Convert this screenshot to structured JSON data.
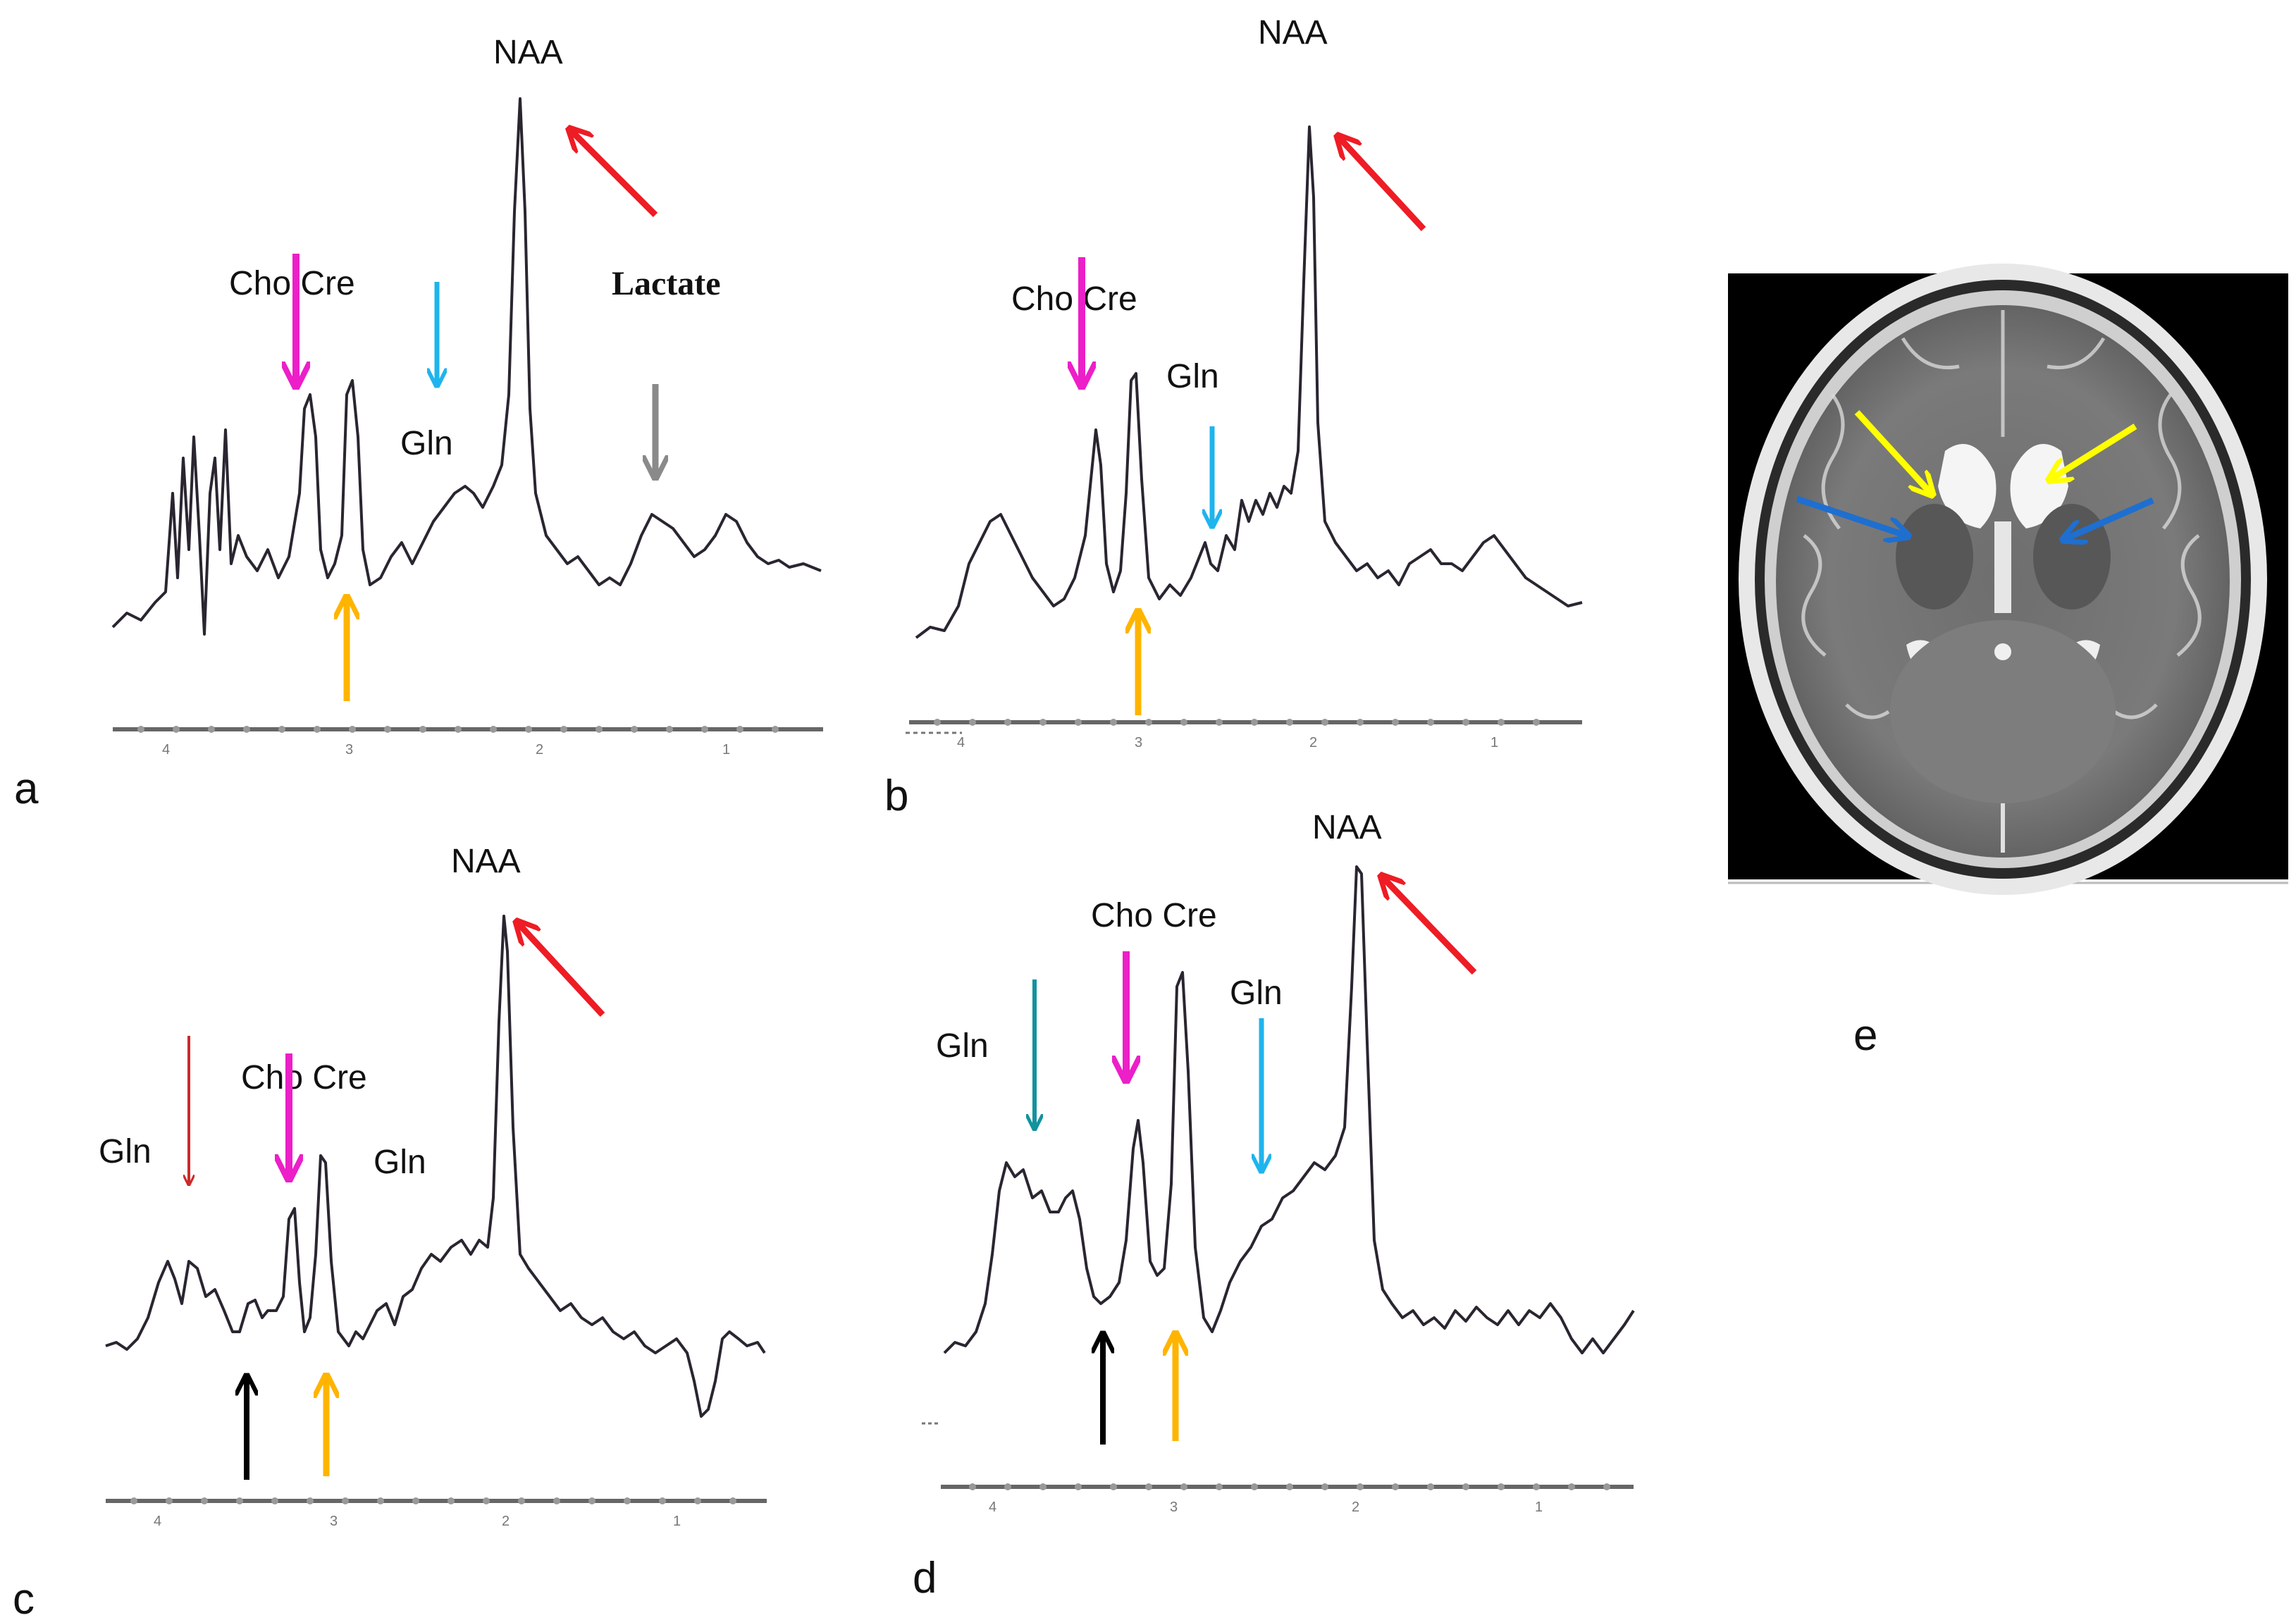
{
  "colors": {
    "naa_arrow": "#ee1c24",
    "cho_arrow": "#ec1fc8",
    "gln_arrow": "#1fb4ee",
    "gln_arrow_dark": "#12929e",
    "gln_arrow_red": "#cc2a2a",
    "lactate_arrow": "#8a8a8a",
    "baseline_arrow": "#ffb400",
    "black_arrow": "#000000",
    "mri_yellow_arrow": "#ffff00",
    "mri_blue_arrow": "#1e6fd0"
  },
  "panels": {
    "a": {
      "letter": "a",
      "naa": "NAA",
      "cho_cre": "Cho Cre",
      "gln": "Gln",
      "lactate": "Lactate",
      "ticks": [
        "4",
        "3",
        "2",
        "1"
      ]
    },
    "b": {
      "letter": "b",
      "naa": "NAA",
      "cho_cre": "Cho Cre",
      "gln": "Gln",
      "ticks": [
        "4",
        "3",
        "2",
        "1"
      ]
    },
    "c": {
      "letter": "c",
      "naa": "NAA",
      "cho_cre": "Cho Cre",
      "gln_left": "Gln",
      "gln_right": "Gln",
      "ticks": [
        "4",
        "3",
        "2",
        "1"
      ]
    },
    "d": {
      "letter": "d",
      "naa": "NAA",
      "cho_cre": "Cho Cre",
      "gln_left": "Gln",
      "gln_right": "Gln",
      "ticks": [
        "4",
        "3",
        "2",
        "1"
      ]
    },
    "e": {
      "letter": "e",
      "image": "axial T2 brain MRI"
    }
  }
}
